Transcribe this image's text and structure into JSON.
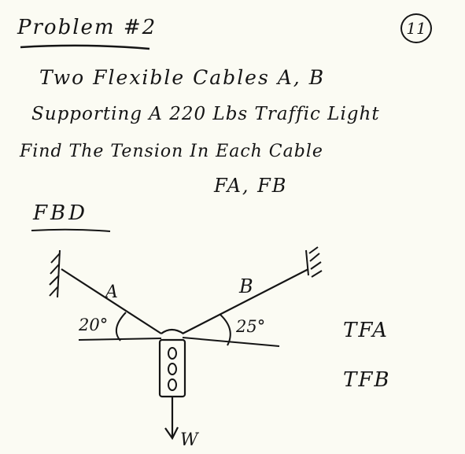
{
  "page_number": "11",
  "title": "Problem #2",
  "problem_text": {
    "line1": "Two Flexible Cables A, B",
    "line2": "Supporting A 220 Lbs Traffic Light",
    "line3": "Find The Tension In Each Cable",
    "line4": "FA, FB"
  },
  "fbd_label": "FBD",
  "diagram": {
    "cable_a_label": "A",
    "cable_b_label": "B",
    "angle_a": "20°",
    "angle_b": "25°",
    "weight_label": "W"
  },
  "side_notes": [
    "TFA",
    "TFB"
  ],
  "colors": {
    "paper": "#fbfbf3",
    "ink": "#151515"
  }
}
